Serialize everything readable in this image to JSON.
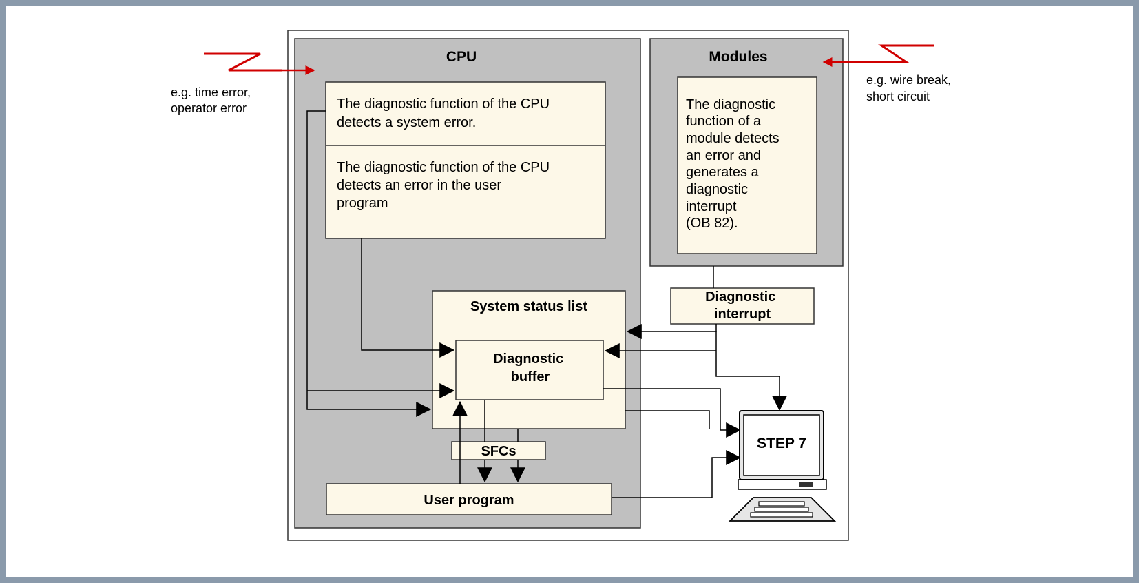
{
  "cpu": {
    "title": "CPU",
    "system_error_text": [
      "The diagnostic function of the CPU",
      "detects a system error."
    ],
    "user_program_error_text": [
      "The diagnostic function of the CPU",
      "detects an error in the user",
      "program"
    ]
  },
  "modules": {
    "title": "Modules",
    "description": [
      "The diagnostic",
      "function of a",
      "module detects",
      "an error and",
      "generates a",
      "diagnostic",
      "interrupt",
      "(OB 82)."
    ]
  },
  "external_labels": {
    "cpu_errors": [
      "e.g. time error,",
      "operator error"
    ],
    "module_errors": [
      "e.g. wire break,",
      "short circuit"
    ]
  },
  "system_status_list": {
    "title": "System status list"
  },
  "diagnostic_buffer": {
    "title": [
      "Diagnostic",
      "buffer"
    ]
  },
  "diagnostic_interrupt": {
    "title": [
      "Diagnostic",
      "interrupt"
    ]
  },
  "sfcs": {
    "label": "SFCs"
  },
  "user_program": {
    "label": "User program"
  },
  "terminal": {
    "label": "STEP 7"
  },
  "colors": {
    "frame_border": "#8a9aab",
    "panel_gray": "#c0c0c0",
    "box_cream": "#fdf8e8",
    "line_dark": "#000000",
    "error_red": "#d00000"
  }
}
